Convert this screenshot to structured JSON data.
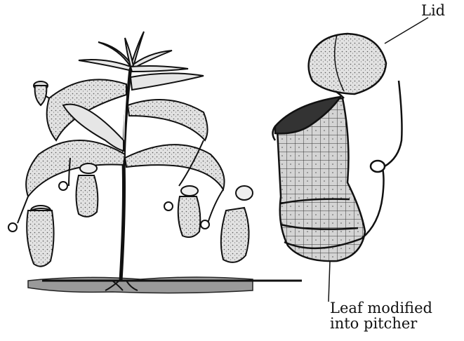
{
  "labels": {
    "lid": "Lid",
    "leaf_line1": "Leaf modified",
    "leaf_line2": "into pitcher"
  },
  "colors": {
    "ink": "#111111",
    "ground": "#8a8a8a",
    "leaf_fill": "#e6e6e6",
    "pitcher_fill": "#cfcfcf",
    "lid_fill": "#d9d9d9"
  }
}
